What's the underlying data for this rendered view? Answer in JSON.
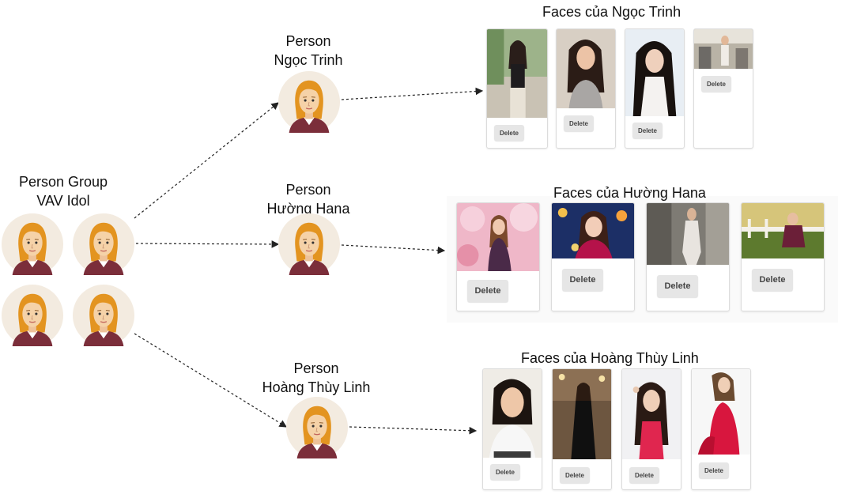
{
  "group": {
    "title_line1": "Person Group",
    "title_line2": "VAV Idol"
  },
  "persons": [
    {
      "label_line1": "Person",
      "label_line2": "Ngọc Trinh",
      "faces_title": "Faces của Ngọc Trinh",
      "faces": [
        {
          "delete_label": "Delete"
        },
        {
          "delete_label": "Delete"
        },
        {
          "delete_label": "Delete"
        },
        {
          "delete_label": "Delete"
        }
      ]
    },
    {
      "label_line1": "Person",
      "label_line2": "Hường Hana",
      "faces_title": "Faces của Hường Hana",
      "faces": [
        {
          "delete_label": "Delete"
        },
        {
          "delete_label": "Delete"
        },
        {
          "delete_label": "Delete"
        },
        {
          "delete_label": "Delete"
        }
      ]
    },
    {
      "label_line1": "Person",
      "label_line2": "Hoàng Thùy Linh",
      "faces_title": "Faces của Hoàng Thùy Linh",
      "faces": [
        {
          "delete_label": "Delete"
        },
        {
          "delete_label": "Delete"
        },
        {
          "delete_label": "Delete"
        },
        {
          "delete_label": "Delete"
        }
      ]
    }
  ],
  "colors": {
    "avatar_bg": "#f3ebe0",
    "hair": "#e39420",
    "skin": "#f5d2a8",
    "shirt": "#7b2e3a",
    "button_bg": "#e6e6e6",
    "arrow": "#222222"
  }
}
